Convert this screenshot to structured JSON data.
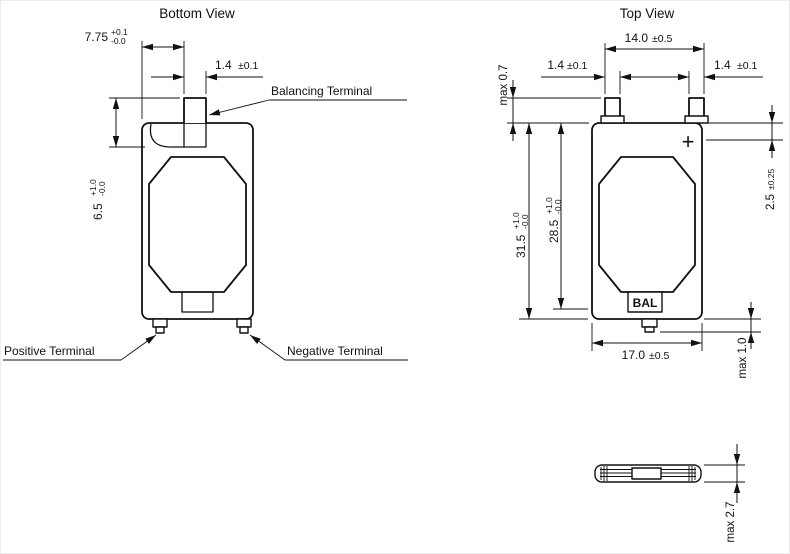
{
  "bottom_view": {
    "title": "Bottom View",
    "dim_tab_offset": {
      "value": "7.75",
      "tol_up": "+0.1",
      "tol_dn": "-0.0"
    },
    "dim_tab_width": {
      "value": "1.4",
      "tol": "±0.1"
    },
    "dim_tab_depth": {
      "value": "6.5",
      "tol_up": "+1.0",
      "tol_dn": "-0.0"
    },
    "label_balancing": "Balancing Terminal",
    "label_positive": "Positive Terminal",
    "label_negative": "Negative Terminal"
  },
  "top_view": {
    "title": "Top View",
    "dim_terminal_span": {
      "value": "14.0",
      "tol": "±0.5"
    },
    "dim_terminal_width_left": {
      "value": "1.4",
      "tol": "±0.1"
    },
    "dim_terminal_width_right": {
      "value": "1.4",
      "tol": "±0.1"
    },
    "dim_terminal_protrusion": "max 0.7",
    "dim_seal_top": {
      "value": "2.5",
      "tol": "±0.25"
    },
    "dim_height_total": {
      "value": "31.5",
      "tol_up": "+1.0",
      "tol_dn": "-0.0"
    },
    "dim_height_inner": {
      "value": "28.5",
      "tol_up": "+1.0",
      "tol_dn": "-0.0"
    },
    "dim_body_width": {
      "value": "17.0",
      "tol": "±0.5"
    },
    "dim_bottom_terminal": "max 1.0",
    "marking_plus": "+",
    "marking_bal": "BAL"
  },
  "side_view": {
    "dim_thickness": "max 2.7"
  }
}
